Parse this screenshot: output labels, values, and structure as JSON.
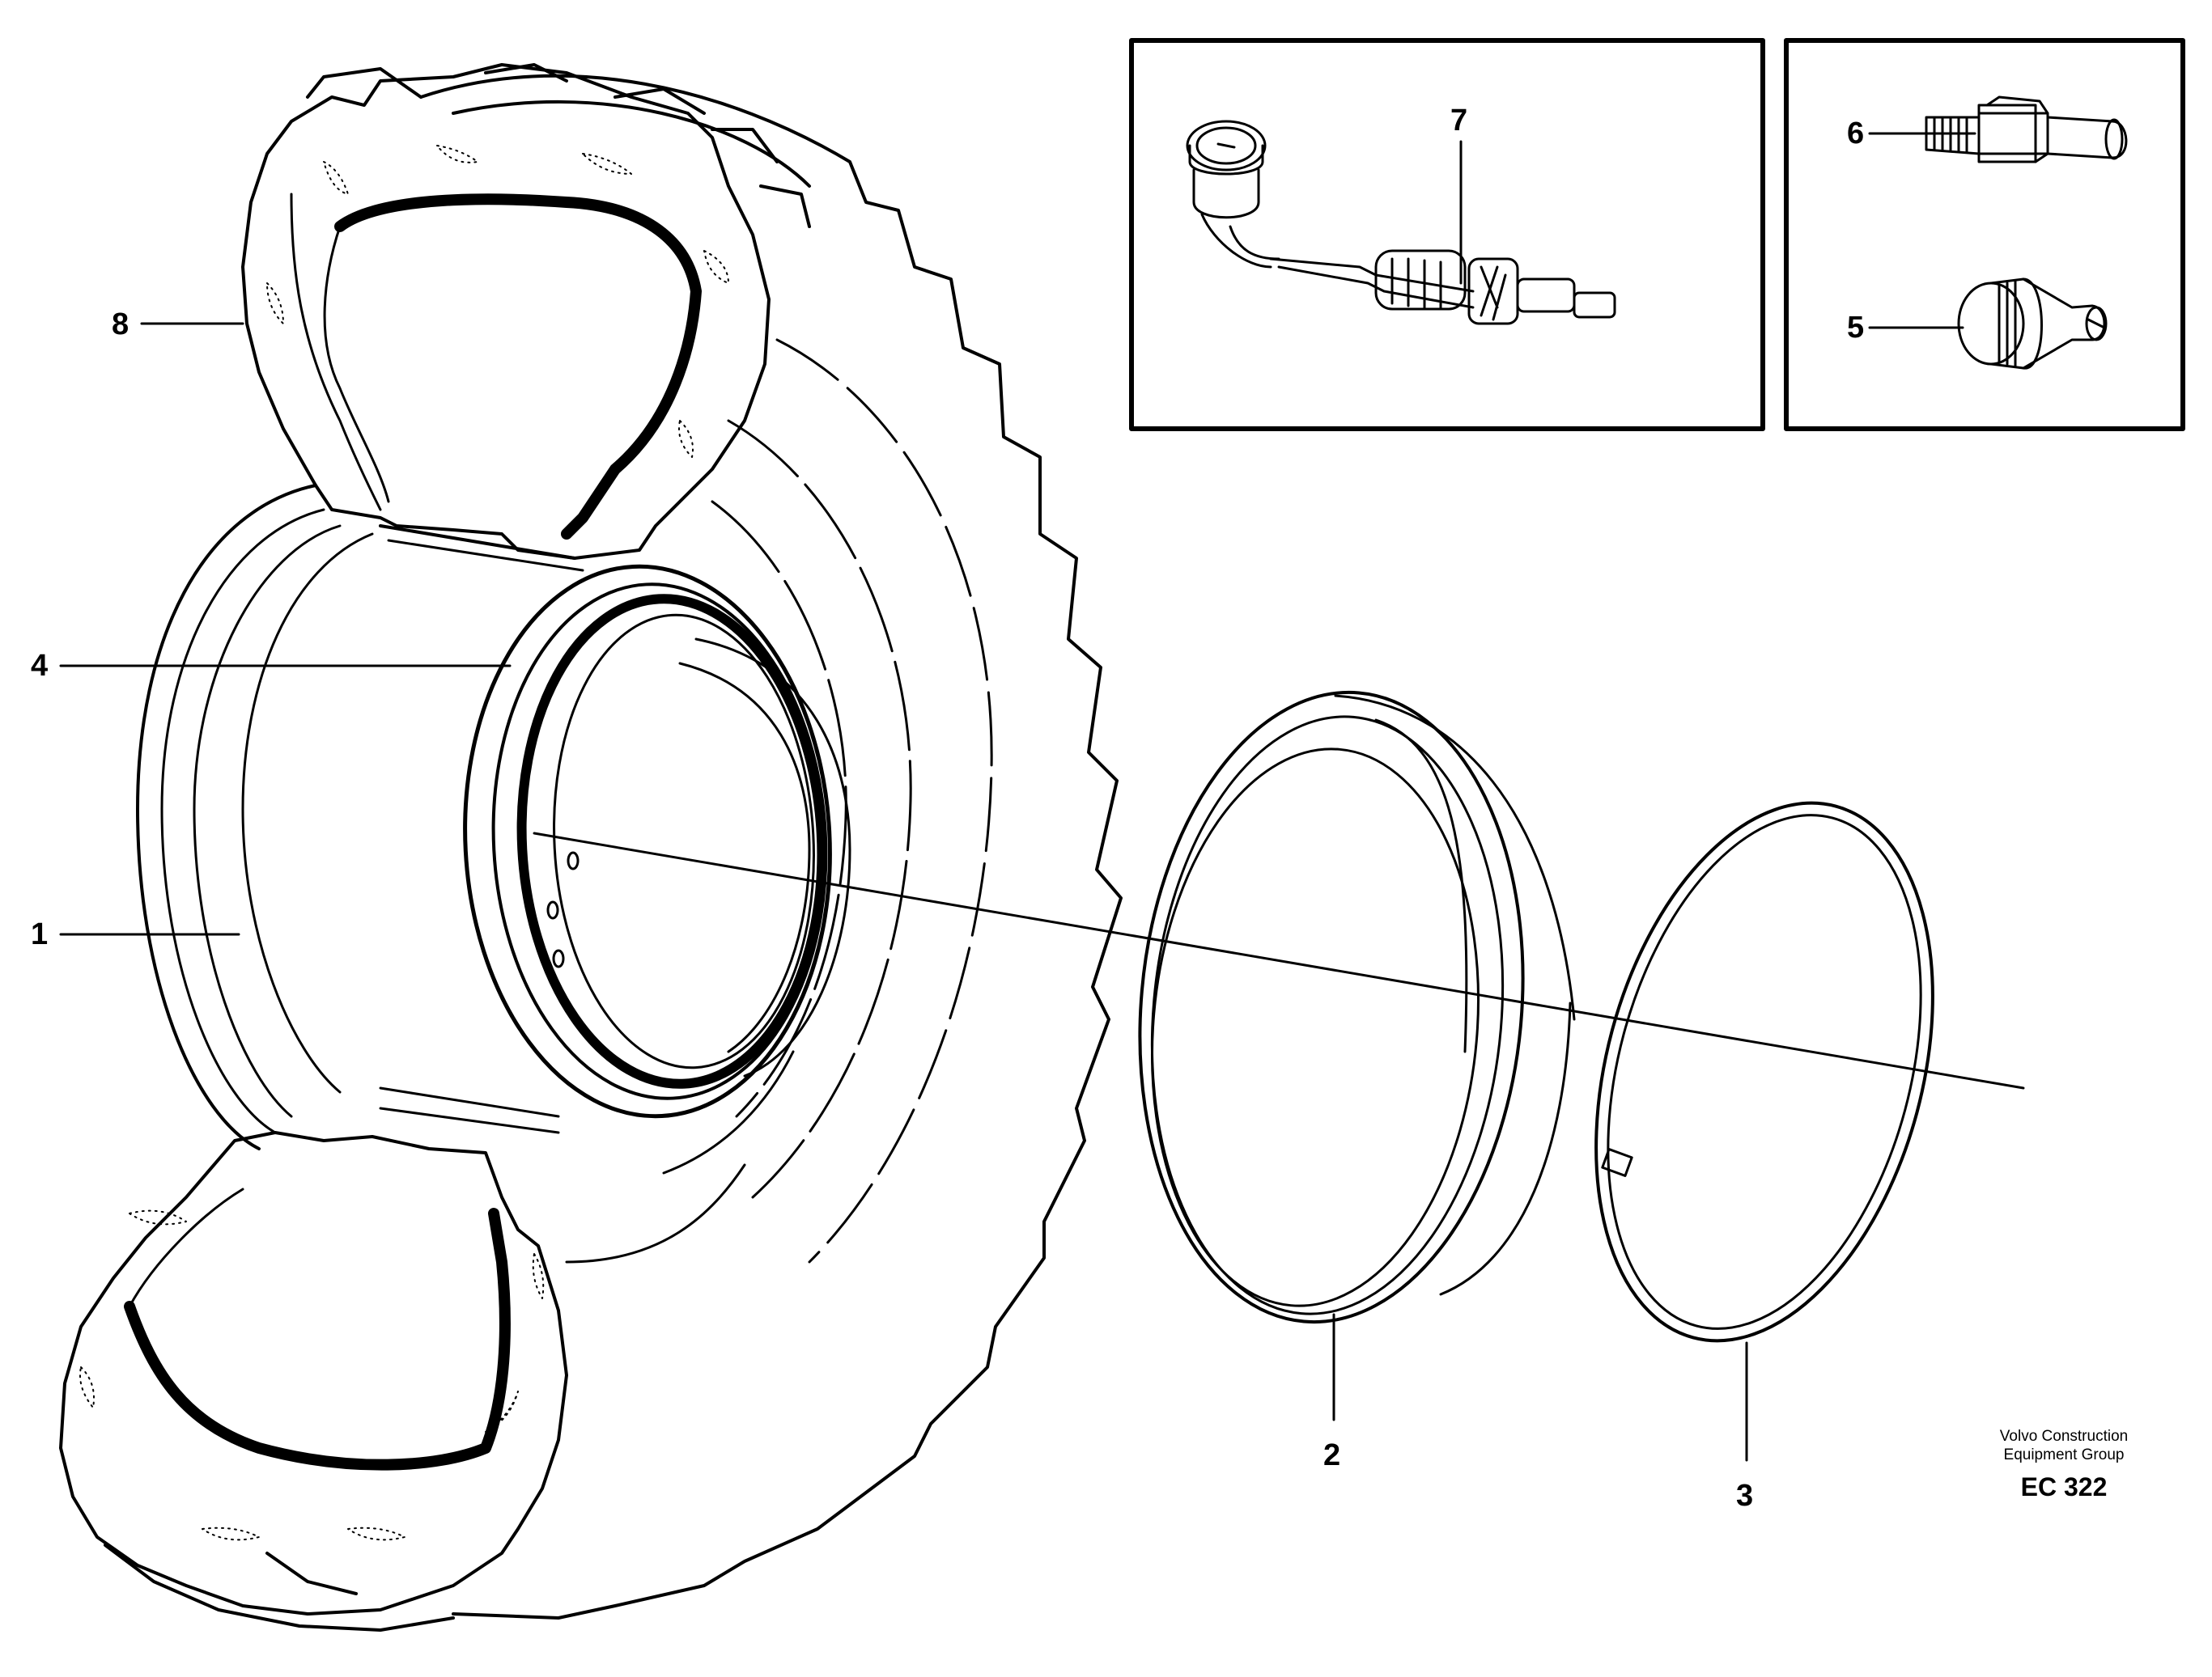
{
  "figure": {
    "callouts": [
      {
        "id": "8",
        "label": "8"
      },
      {
        "id": "4",
        "label": "4"
      },
      {
        "id": "1",
        "label": "1"
      },
      {
        "id": "7",
        "label": "7"
      },
      {
        "id": "6",
        "label": "6"
      },
      {
        "id": "5",
        "label": "5"
      },
      {
        "id": "2",
        "label": "2"
      },
      {
        "id": "3",
        "label": "3"
      }
    ],
    "credit": {
      "line1": "Volvo Construction",
      "line2": "Equipment Group",
      "code": "EC 322"
    },
    "colors": {
      "ink": "#000000",
      "paper": "#ffffff"
    }
  }
}
